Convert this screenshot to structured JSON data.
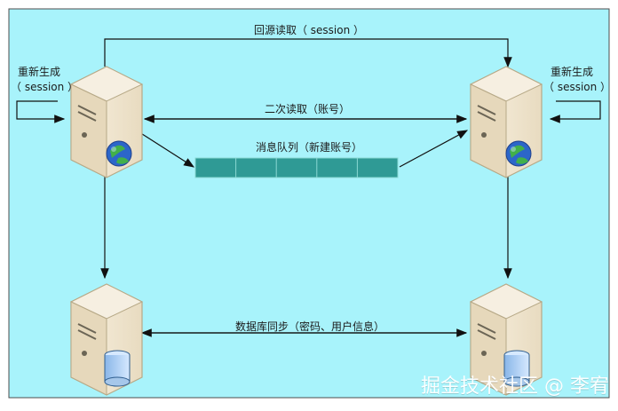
{
  "labels": {
    "top_session_read": "回源读取（ session ）",
    "account_read": "二次读取（账号）",
    "mq_label": "消息队列（新建账号）",
    "db_sync": "数据库同步（密码、用户信息）",
    "regen_left_line1": "重新生成",
    "regen_left_line2": "（ session ）",
    "regen_right_line1": "重新生成",
    "regen_right_line2": "（ session ）",
    "watermark": "掘金技术社区 @ 李宥"
  },
  "colors": {
    "canvas_bg": "#a8f3fb",
    "canvas_border": "#4d4d4d",
    "server_body": "#f4ead6",
    "server_shade": "#d5c7a5",
    "mq_fill": "#2f9a95",
    "mq_stroke": "#8ad8d3",
    "db_fill": "#a6c7ea",
    "arrow": "#111111"
  },
  "icons": {
    "web": "globe-icon",
    "database": "database-icon",
    "server": "server-icon"
  }
}
